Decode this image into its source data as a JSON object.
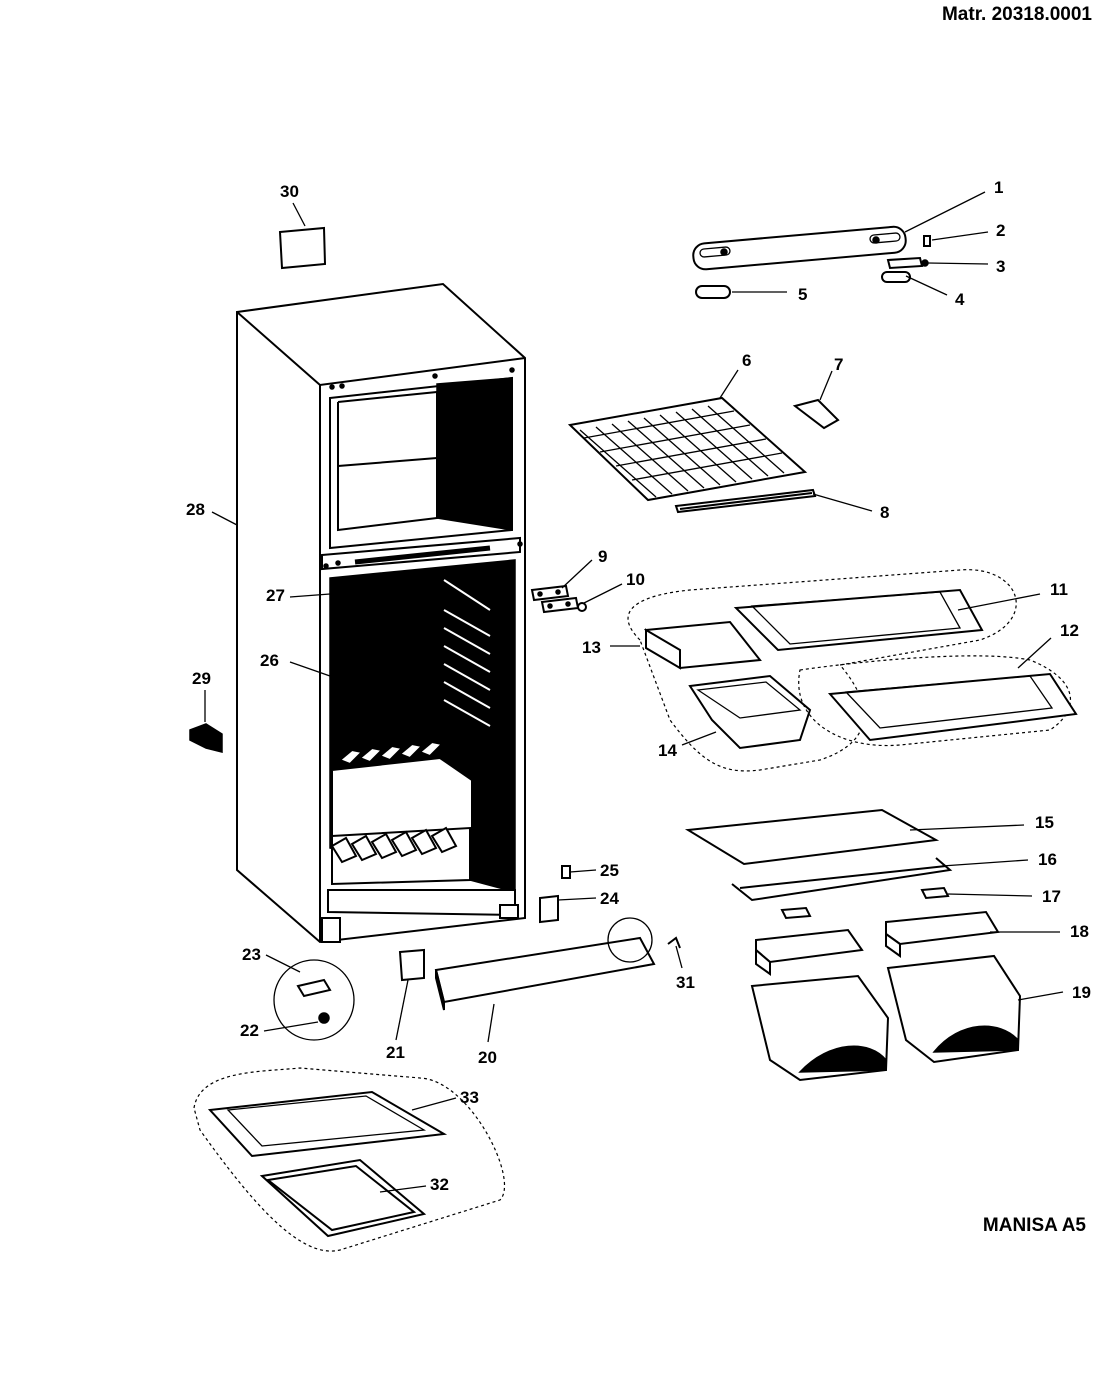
{
  "header": {
    "material_number": "Matr. 20318.0001"
  },
  "footer": {
    "model_name": "MANISA A5"
  },
  "callouts": [
    "1",
    "2",
    "3",
    "4",
    "5",
    "6",
    "7",
    "8",
    "9",
    "10",
    "11",
    "12",
    "13",
    "14",
    "15",
    "16",
    "17",
    "18",
    "19",
    "20",
    "21",
    "22",
    "23",
    "24",
    "25",
    "26",
    "27",
    "28",
    "29",
    "30",
    "31",
    "32",
    "33"
  ]
}
